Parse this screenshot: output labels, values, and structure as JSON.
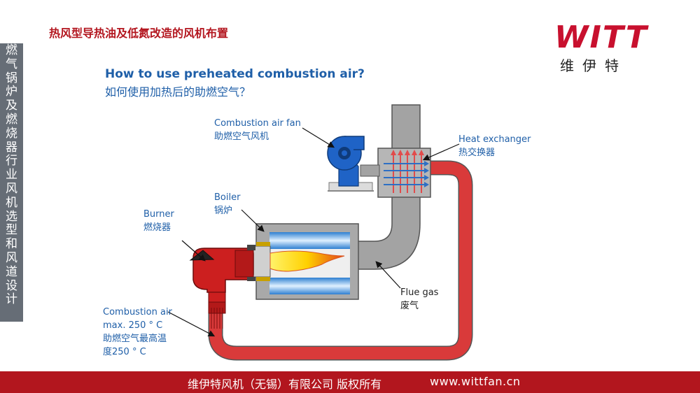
{
  "header": {
    "title": "热风型导热油及低氮改造的风机布置"
  },
  "logo": {
    "brand": "WITT",
    "brand_cn": "维伊特",
    "colors": {
      "red": "#c8102e"
    }
  },
  "sidebar": {
    "chars": [
      "燃",
      "气",
      "锅",
      "炉",
      "及",
      "燃",
      "烧",
      "器",
      "行",
      "业",
      "风",
      "机",
      "选",
      "型",
      "和",
      "风",
      "道",
      "设",
      "计"
    ]
  },
  "question": {
    "en": "How to use preheated combustion air?",
    "cn": "如何使用加热后的助燃空气？"
  },
  "labels": {
    "fan": {
      "en": "Combustion air fan",
      "cn": "助燃空气风机"
    },
    "heat_exchanger": {
      "en": "Heat exchanger",
      "cn": "热交换器"
    },
    "boiler": {
      "en": "Boiler",
      "cn": "锅炉"
    },
    "burner": {
      "en": "Burner",
      "cn": "燃烧器"
    },
    "flue_gas": {
      "en": "Flue gas",
      "cn": "废气"
    },
    "combustion_air": {
      "en1": "Combustion air",
      "en2": "max. 250 ° C",
      "cn1": "助燃空气最高温",
      "cn2": "度250 ° C"
    }
  },
  "footer": {
    "company": "维伊特风机（无锡）有限公司  版权所有",
    "website": "www.wittfan.cn"
  },
  "colors": {
    "accent_red": "#b2161e",
    "blue_text": "#1f5fa8",
    "duct_gray": "#9a9a9a",
    "hot_air_red": "#d93a3a",
    "fan_blue": "#1f63c6"
  }
}
